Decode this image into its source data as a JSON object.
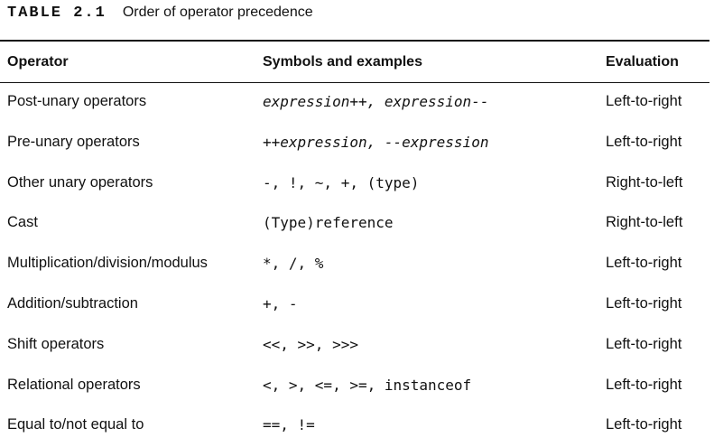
{
  "caption": {
    "label": "TABLE 2.1",
    "title": "Order of operator precedence"
  },
  "table": {
    "headers": [
      "Operator",
      "Symbols and examples",
      "Evaluation"
    ],
    "rows": [
      {
        "operator": "Post-unary operators",
        "symbols": "expression++, expression--",
        "evaluation": "Left-to-right",
        "italic": true
      },
      {
        "operator": "Pre-unary operators",
        "symbols": "++expression, --expression",
        "evaluation": "Left-to-right",
        "italic": true
      },
      {
        "operator": "Other unary operators",
        "symbols": "-, !, ~, +, (type)",
        "evaluation": "Right-to-left",
        "italic": false
      },
      {
        "operator": "Cast",
        "symbols": "(Type)reference",
        "evaluation": "Right-to-left",
        "italic": false
      },
      {
        "operator": "Multiplication/division/modulus",
        "symbols": "*, /, %",
        "evaluation": "Left-to-right",
        "italic": false
      },
      {
        "operator": "Addition/subtraction",
        "symbols": "+, -",
        "evaluation": "Left-to-right",
        "italic": false
      },
      {
        "operator": "Shift operators",
        "symbols": "<<, >>, >>>",
        "evaluation": "Left-to-right",
        "italic": false
      },
      {
        "operator": "Relational operators",
        "symbols": "<, >, <=, >=, instanceof",
        "evaluation": "Left-to-right",
        "italic": false
      },
      {
        "operator": "Equal to/not equal to",
        "symbols": "==, !=",
        "evaluation": "Left-to-right",
        "italic": false
      }
    ]
  }
}
